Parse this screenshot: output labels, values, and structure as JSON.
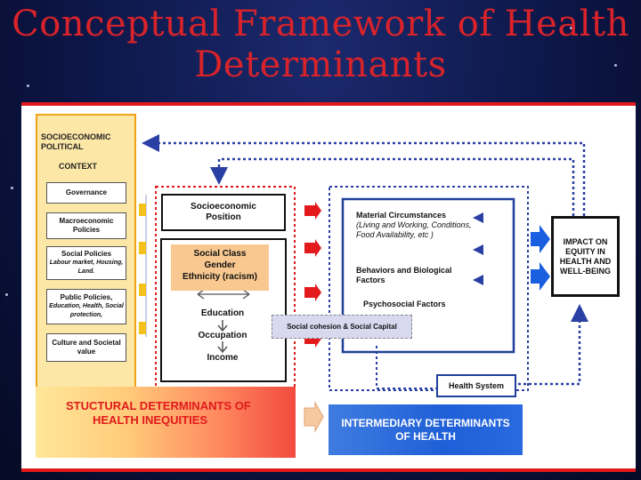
{
  "title": {
    "line1": "Conceptual Framework of Health",
    "line2": "Determinants"
  },
  "context": {
    "heading_line1": "SOCIOECONOMIC",
    "heading_line2": "POLITICAL",
    "heading_line3": "CONTEXT",
    "items": [
      {
        "label": "Governance",
        "detail": ""
      },
      {
        "label": "Macroeconomic Policies",
        "detail": ""
      },
      {
        "label": "Social Policies",
        "detail": "Labour market, Housing, Land."
      },
      {
        "label": "Public Policies,",
        "detail": "Education, Health, Social protection,"
      },
      {
        "label": "Culture and Societal value",
        "detail": ""
      }
    ]
  },
  "structural": {
    "position_label": "Socioeconomic Position",
    "social_class": "Social Class",
    "gender": "Gender",
    "ethnicity": "Ethnicity (racism)",
    "education": "Education",
    "occupation": "Occupation",
    "income": "Income"
  },
  "intermediary": {
    "material_title": "Material Circumstances",
    "material_detail": "(Living and Working, Conditions, Food Availability, etc )",
    "behaviors": "Behaviors and Biological Factors",
    "psychosocial": "Psychosocial Factors"
  },
  "social_cohesion": "Social cohesion & Social Capital",
  "health_system": "Health System",
  "impact": "IMPACT ON EQUITY IN HEALTH AND WELL-BEING",
  "footer": {
    "structural_line1": "STUCTURAL DETERMINANTS OF",
    "structural_line2": "HEALTH INEQUITIES",
    "intermediary_line1": "INTERMEDIARY DETERMINANTS",
    "intermediary_line2": "OF HEALTH"
  },
  "colors": {
    "title": "#d8232a",
    "frame": "#e0191b",
    "context_fill": "#fde7a6",
    "arrow_red": "#e3191c",
    "arrow_blue": "#1a5fe0",
    "dotted_blue": "#2a3fa3"
  }
}
